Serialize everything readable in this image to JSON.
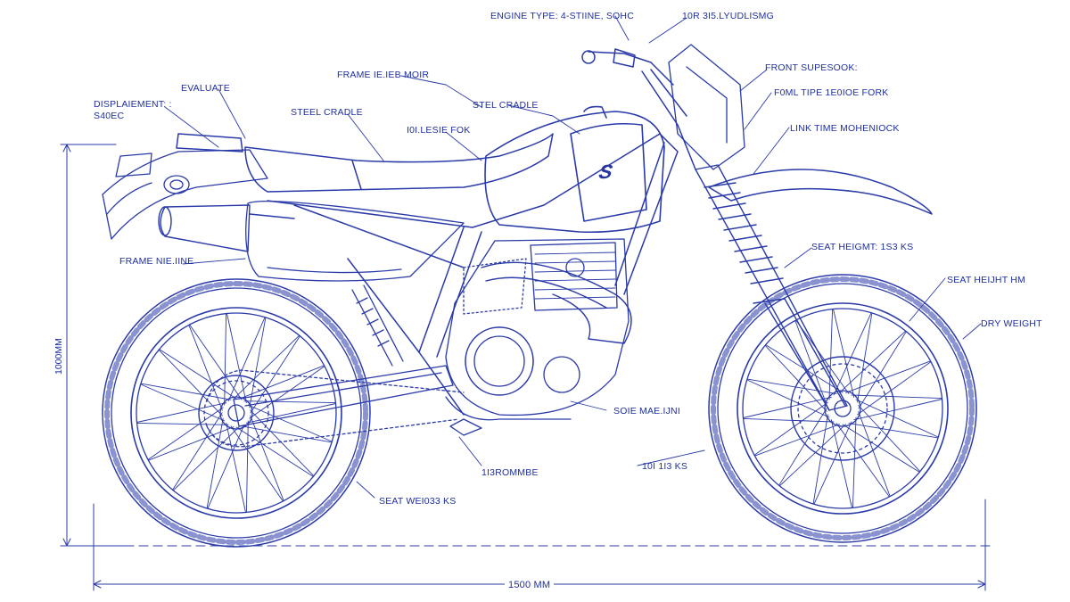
{
  "labels": {
    "engine_type": "ENGINE TYPE: 4-STIINE, SOHC",
    "top_right_spec": "10R 3I5.LYUDLISMG",
    "front_suspension": "FRONT SUPESOOK:",
    "fork": "F0ML TIPE 1E0IOE FORK",
    "link": "LINK TIME MOHENIOCK",
    "seat_height_top": "SEAT HEIGMT: 1S3 KS",
    "seat_height_right": "SEAT HEIJHT HM",
    "dry_weight": "DRY WEIGHT",
    "frame_frame": "FRAME IE.IEB MOIR",
    "steel_cradle_center": "STEL CRADLE",
    "steel_cradle_left": "STEEL CRADLE",
    "kilogram_fok": "I0I.LESIE FOK",
    "evaluate": "EVALUATE",
    "displacement": "DISPLAIEMENT: :",
    "displacement_value": "S40EC",
    "frame_left": "FRAME NIE.IINE",
    "engine_bottom": "SOIE MAE.IJNI",
    "weight_kg": "10I 1I3 KS",
    "lower_center": "1I3ROMMBE",
    "seat_weight": "SEAT WEI033 KS",
    "height_dim": "1000MM",
    "length_dim": "1500 MM"
  },
  "logo": {
    "letter": "S"
  },
  "colors": {
    "line": "#2a3aa8",
    "text": "#1f2fa0",
    "background": "#ffffff"
  }
}
